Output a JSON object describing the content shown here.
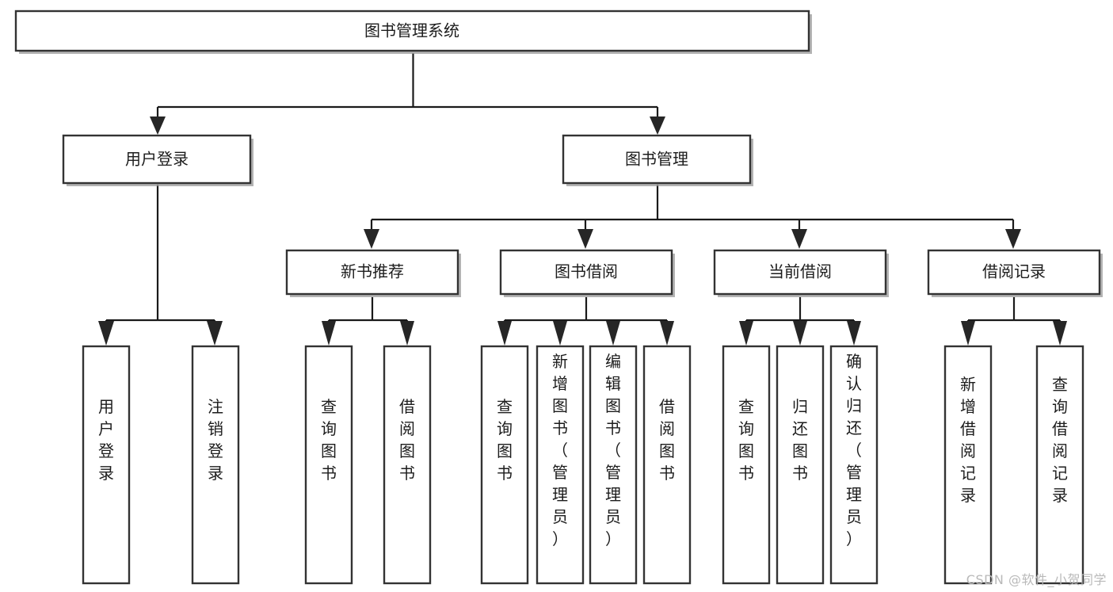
{
  "diagram": {
    "type": "tree",
    "title": "图书管理系统",
    "watermark": "CSDN @软件_小贺同学",
    "colors": {
      "box_stroke": "#333333",
      "box_fill": "#ffffff",
      "connector": "#1a1a1a",
      "text": "#1c1c1c",
      "watermark": "#b9b9b9",
      "background": "#ffffff"
    },
    "nodes": {
      "root": {
        "label": "图书管理系统",
        "orientation": "horizontal"
      },
      "level2": [
        {
          "label": "用户登录",
          "orientation": "horizontal"
        },
        {
          "label": "图书管理",
          "orientation": "horizontal"
        }
      ],
      "level3": [
        {
          "label": "新书推荐",
          "orientation": "horizontal"
        },
        {
          "label": "图书借阅",
          "orientation": "horizontal"
        },
        {
          "label": "当前借阅",
          "orientation": "horizontal"
        },
        {
          "label": "借阅记录",
          "orientation": "horizontal"
        }
      ],
      "leaves_user_login": [
        {
          "label": "用户登录",
          "orientation": "vertical"
        },
        {
          "label": "注销登录",
          "orientation": "vertical"
        }
      ],
      "leaves_new_book": [
        {
          "label": "查询图书",
          "orientation": "vertical"
        },
        {
          "label": "借阅图书",
          "orientation": "vertical"
        }
      ],
      "leaves_book_borrow": [
        {
          "label": "查询图书",
          "orientation": "vertical"
        },
        {
          "label": "新增图书（管理员）",
          "orientation": "vertical"
        },
        {
          "label": "编辑图书（管理员）",
          "orientation": "vertical"
        },
        {
          "label": "借阅图书",
          "orientation": "vertical"
        }
      ],
      "leaves_current_borrow": [
        {
          "label": "查询图书",
          "orientation": "vertical"
        },
        {
          "label": "归还图书",
          "orientation": "vertical"
        },
        {
          "label": "确认归还（管理员）",
          "orientation": "vertical"
        }
      ],
      "leaves_borrow_record": [
        {
          "label": "新增借阅记录",
          "orientation": "vertical"
        },
        {
          "label": "查询借阅记录",
          "orientation": "vertical"
        }
      ]
    }
  }
}
